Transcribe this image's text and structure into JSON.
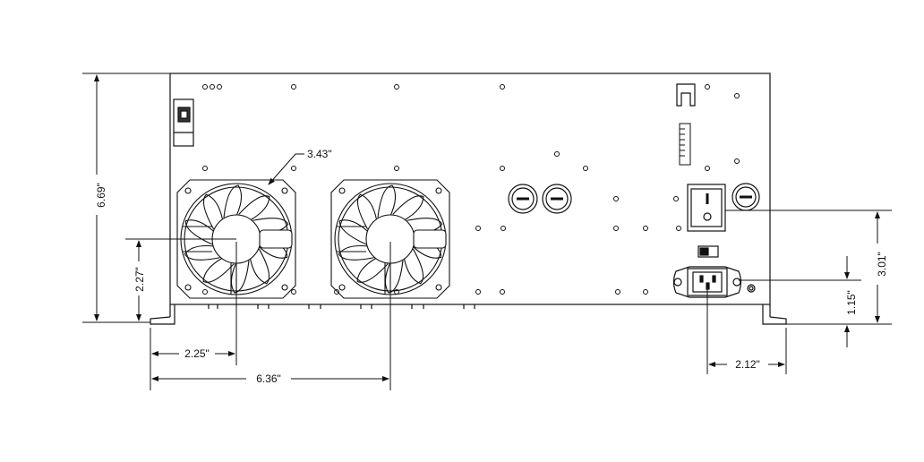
{
  "dimensions": {
    "height_overall": "6.69\"",
    "fan_diameter": "3.43\"",
    "fan_center_height": "2.27\"",
    "fan1_offset": "2.25\"",
    "fan2_offset": "6.36\"",
    "switch_height": "3.01\"",
    "inlet_height": "1.15\"",
    "inlet_offset": "2.12\""
  },
  "colors": {
    "line": "#111111",
    "background": "#ffffff"
  },
  "icons": [
    "fan-icon",
    "power-switch-icon",
    "ac-inlet-icon",
    "fuse-holder-icon",
    "usb-port-icon",
    "dip-switch-icon"
  ]
}
